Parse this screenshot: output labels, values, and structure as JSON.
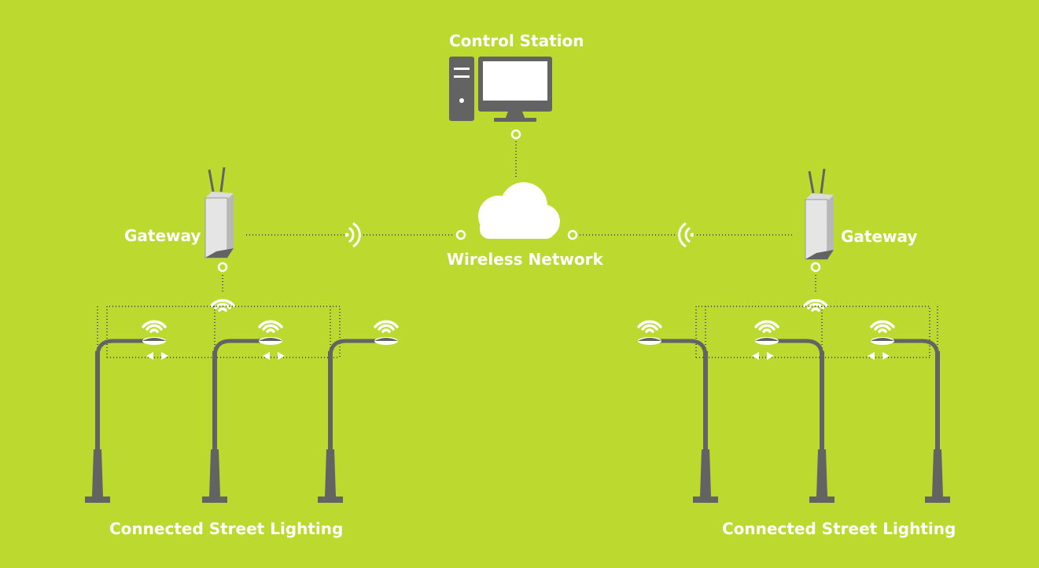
{
  "background_color": "#bcd92f",
  "device_color": "#636363",
  "line_color": "#ffffff",
  "labels": {
    "control_station": "Control Station",
    "wireless_network": "Wireless Network",
    "gateway_left": "Gateway",
    "gateway_right": "Gateway",
    "lighting_left": "Connected Street Lighting",
    "lighting_right": "Connected Street Lighting"
  },
  "icons": {
    "control_station": "desktop-computer-icon",
    "network": "cloud-icon",
    "gateway": "wireless-router-icon",
    "street_light": "street-lamp-icon",
    "signal": "wifi-signal-icon",
    "broadcast": "radio-wave-icon"
  }
}
